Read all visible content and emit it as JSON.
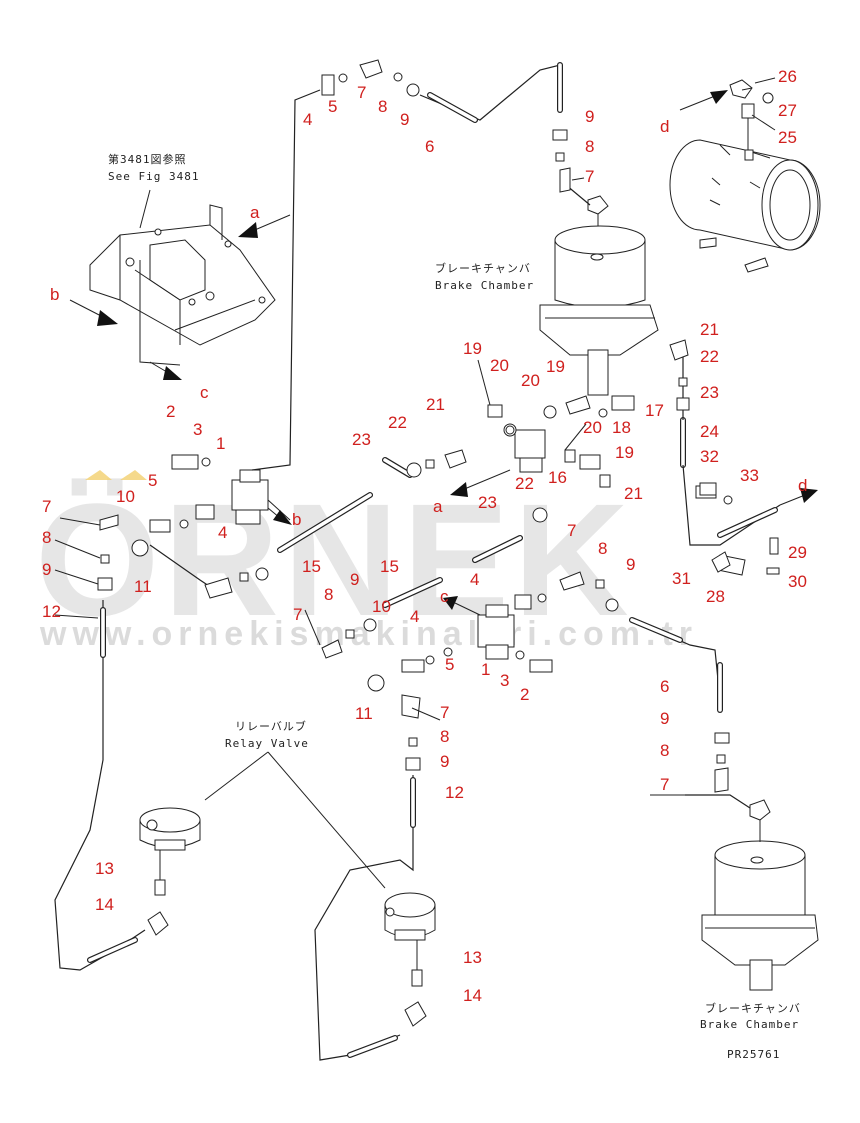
{
  "watermark": {
    "brand": "ÖRNEK",
    "url": "www.ornekismakinalari.com.tr"
  },
  "annotations": {
    "see_fig_jp": "第3481図参照",
    "see_fig_en": "See Fig 3481",
    "brake_chamber_jp_top": "ブレーキチャンバ",
    "brake_chamber_en_top": "Brake Chamber",
    "brake_chamber_jp_bottom": "ブレーキチャンバ",
    "brake_chamber_en_bottom": "Brake Chamber",
    "relay_valve_jp": "リレーバルブ",
    "relay_valve_en": "Relay Valve",
    "drawing_number": "PR25761"
  },
  "arrow_letters": {
    "a1": "a",
    "b1": "b",
    "c1": "c",
    "d1": "d",
    "a2": "a",
    "b2": "b",
    "c2": "c",
    "d2": "d"
  },
  "part_callouts": [
    "4",
    "5",
    "7",
    "8",
    "9",
    "6",
    "9",
    "8",
    "7",
    "26",
    "27",
    "25",
    "2",
    "3",
    "1",
    "10",
    "5",
    "7",
    "8",
    "9",
    "11",
    "4",
    "19",
    "20",
    "19",
    "20",
    "21",
    "22",
    "23",
    "24",
    "32",
    "33",
    "23",
    "22",
    "21",
    "18",
    "17",
    "20",
    "19",
    "22",
    "16",
    "23",
    "21",
    "15",
    "15",
    "4",
    "7",
    "8",
    "9",
    "8",
    "9",
    "10",
    "7",
    "5",
    "4",
    "1",
    "3",
    "2",
    "11",
    "29",
    "30",
    "28",
    "31",
    "12",
    "6",
    "9",
    "8",
    "7",
    "7",
    "8",
    "9",
    "12",
    "13",
    "14",
    "13",
    "14"
  ]
}
